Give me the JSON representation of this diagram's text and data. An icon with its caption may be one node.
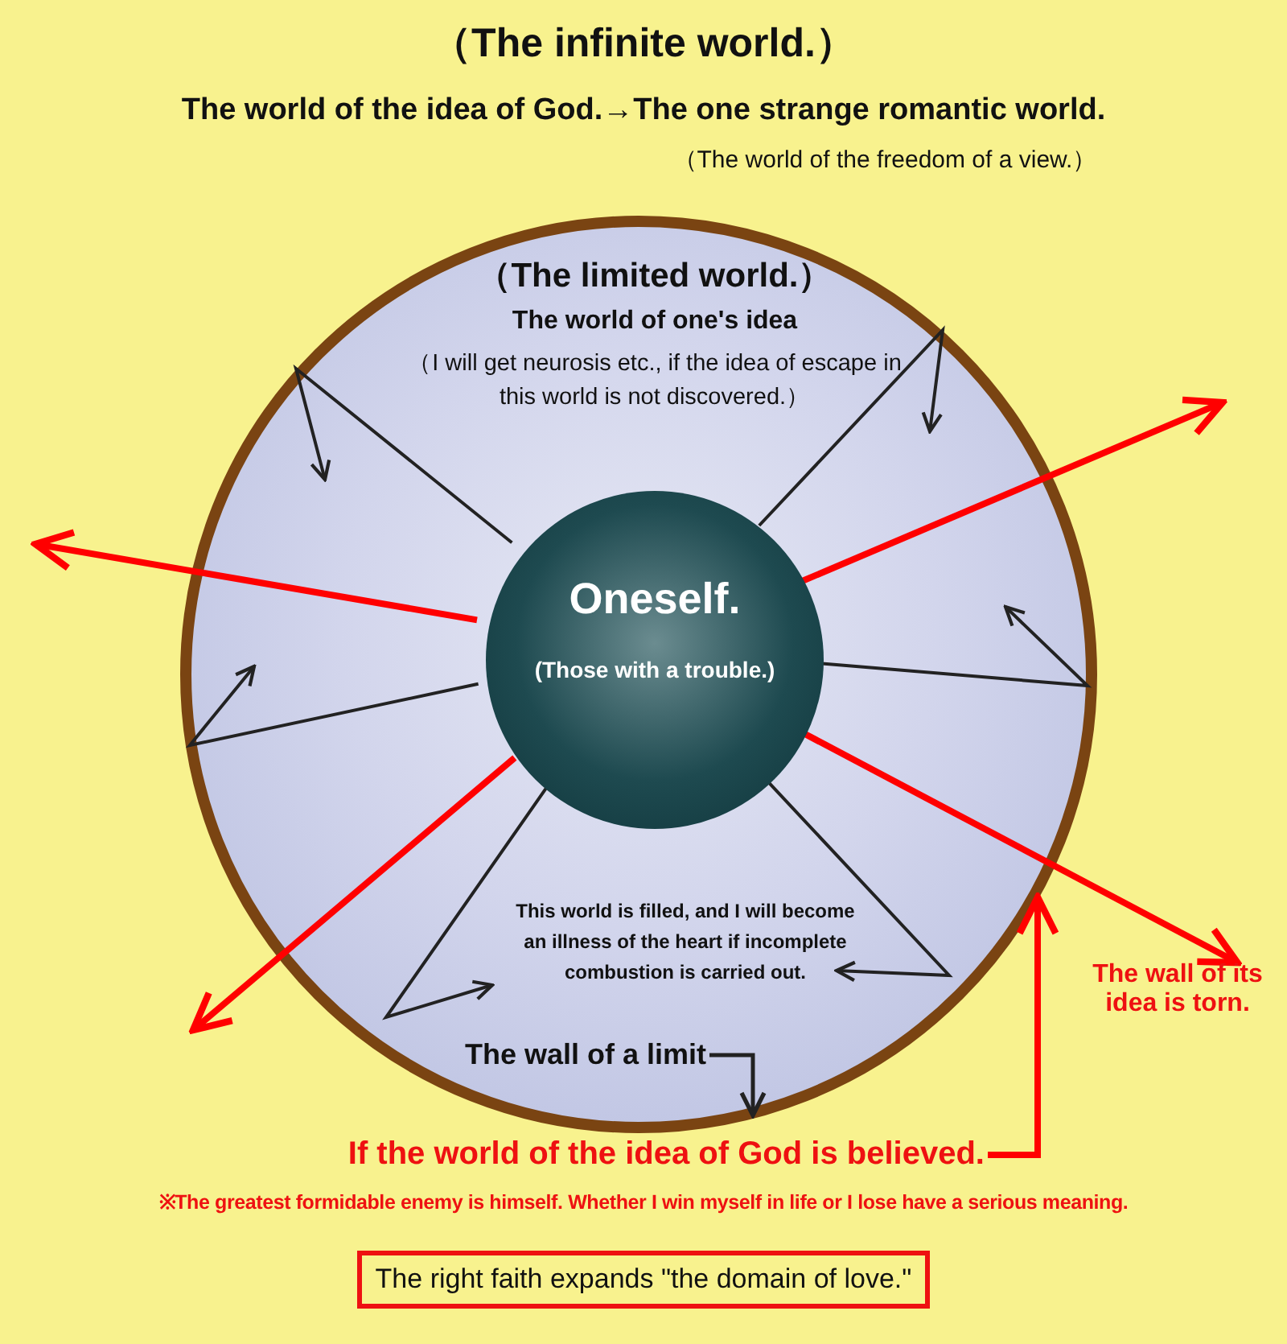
{
  "diagram": {
    "title": "（The infinite world.）",
    "nodes": [
      {
        "text": [
          "（The limited world.）",
          "The world of one's idea",
          "（I will get neurosis etc., if the idea of escape in this world is not discovered.）",
          "This world is filled, and I will become an illness of the heart if incomplete combustion is carried out."
        ]
      },
      {
        "text": [
          "Oneself.",
          "(Those with a trouble.)"
        ],
        "in": 0
      },
      {
        "text": [
          "The wall of a limit"
        ],
        "in": 0
      },
      {
        "text": [
          "The wall of its idea is torn."
        ]
      },
      {
        "text": [
          "If the world of the idea of God is believed."
        ]
      },
      {
        "text": [
          "The right faith expands \"the domain of love.\""
        ]
      }
    ],
    "edges": [
      {
        "from": 1,
        "to": null,
        "arrow": "to"
      },
      {
        "from": 1,
        "to": null,
        "arrow": "to"
      },
      {
        "from": 1,
        "to": null,
        "arrow": "to"
      },
      {
        "from": 1,
        "to": 3,
        "arrow": "to"
      },
      {
        "from": 4,
        "to": 0,
        "arrow": "to"
      },
      {
        "from": 2,
        "to": 0,
        "arrow": "to",
        "color": "#222222"
      }
    ],
    "labels": [
      "The world of the idea of God.→The one strange romantic world.",
      "（The world of the freedom of a view.）",
      "※The greatest formidable enemy is himself. Whether I win myself in life or I lose have a serious meaning."
    ]
  }
}
